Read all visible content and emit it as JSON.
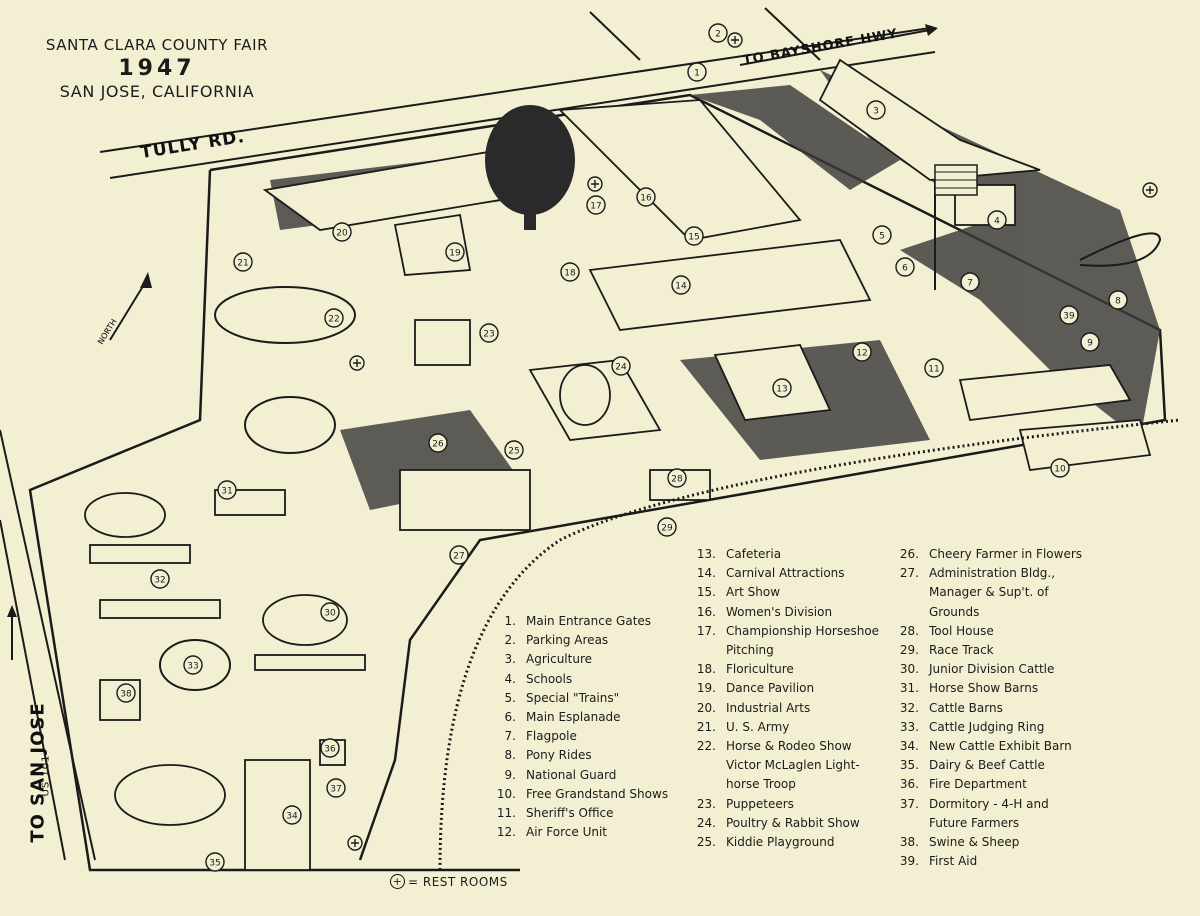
{
  "header": {
    "line1": "SANTA CLARA COUNTY FAIR",
    "year": "1947",
    "line3": "SAN JOSE, CALIFORNIA"
  },
  "roads": {
    "tully": "TULLY RD.",
    "bayshore": "TO BAYSHORE HWY",
    "san_jose": "TO SAN JOSE",
    "us101": "US 101",
    "north": "NORTH"
  },
  "legend": {
    "col1": [
      {
        "n": "1.",
        "name": "Main Entrance Gates"
      },
      {
        "n": "2.",
        "name": "Parking Areas"
      },
      {
        "n": "3.",
        "name": "Agriculture"
      },
      {
        "n": "4.",
        "name": "Schools"
      },
      {
        "n": "5.",
        "name": "Special \"Trains\""
      },
      {
        "n": "6.",
        "name": "Main Esplanade"
      },
      {
        "n": "7.",
        "name": "Flagpole"
      },
      {
        "n": "8.",
        "name": "Pony Rides"
      },
      {
        "n": "9.",
        "name": "National Guard"
      },
      {
        "n": "10.",
        "name": "Free Grandstand Shows"
      },
      {
        "n": "11.",
        "name": "Sheriff's Office"
      },
      {
        "n": "12.",
        "name": "Air Force Unit"
      }
    ],
    "col2": [
      {
        "n": "13.",
        "name": "Cafeteria"
      },
      {
        "n": "14.",
        "name": "Carnival Attractions"
      },
      {
        "n": "15.",
        "name": "Art Show"
      },
      {
        "n": "16.",
        "name": "Women's Division"
      },
      {
        "n": "17.",
        "name": "Championship Horseshoe Pitching"
      },
      {
        "n": "18.",
        "name": "Floriculture"
      },
      {
        "n": "19.",
        "name": "Dance Pavilion"
      },
      {
        "n": "20.",
        "name": "Industrial Arts"
      },
      {
        "n": "21.",
        "name": "U. S. Army"
      },
      {
        "n": "22.",
        "name": "Horse & Rodeo Show Victor McLaglen Light-horse Troop"
      },
      {
        "n": "23.",
        "name": "Puppeteers"
      },
      {
        "n": "24.",
        "name": "Poultry & Rabbit Show"
      },
      {
        "n": "25.",
        "name": "Kiddie Playground"
      }
    ],
    "col3": [
      {
        "n": "26.",
        "name": "Cheery Farmer in Flowers"
      },
      {
        "n": "27.",
        "name": "Administration Bldg., Manager & Sup't. of Grounds"
      },
      {
        "n": "28.",
        "name": "Tool House"
      },
      {
        "n": "29.",
        "name": "Race Track"
      },
      {
        "n": "30.",
        "name": "Junior Division Cattle"
      },
      {
        "n": "31.",
        "name": "Horse Show Barns"
      },
      {
        "n": "32.",
        "name": "Cattle Barns"
      },
      {
        "n": "33.",
        "name": "Cattle Judging Ring"
      },
      {
        "n": "34.",
        "name": "New Cattle Exhibit Barn"
      },
      {
        "n": "35.",
        "name": "Dairy & Beef Cattle"
      },
      {
        "n": "36.",
        "name": "Fire Department"
      },
      {
        "n": "37.",
        "name": "Dormitory - 4-H and Future Farmers"
      },
      {
        "n": "38.",
        "name": "Swine & Sheep"
      },
      {
        "n": "39.",
        "name": "First Aid"
      }
    ]
  },
  "restrooms": {
    "symbol": "+",
    "label": "= REST ROOMS"
  },
  "markers": [
    "1",
    "2",
    "3",
    "4",
    "5",
    "6",
    "7",
    "8",
    "9",
    "10",
    "11",
    "12",
    "13",
    "14",
    "15",
    "16",
    "17",
    "18",
    "19",
    "20",
    "21",
    "22",
    "23",
    "24",
    "25",
    "26",
    "27",
    "28",
    "29",
    "30",
    "31",
    "32",
    "33",
    "34",
    "35",
    "36",
    "37",
    "38",
    "39"
  ],
  "colors": {
    "paper": "#f3efd2",
    "ink": "#1b1b1b",
    "shade": "#3a3a3a"
  }
}
